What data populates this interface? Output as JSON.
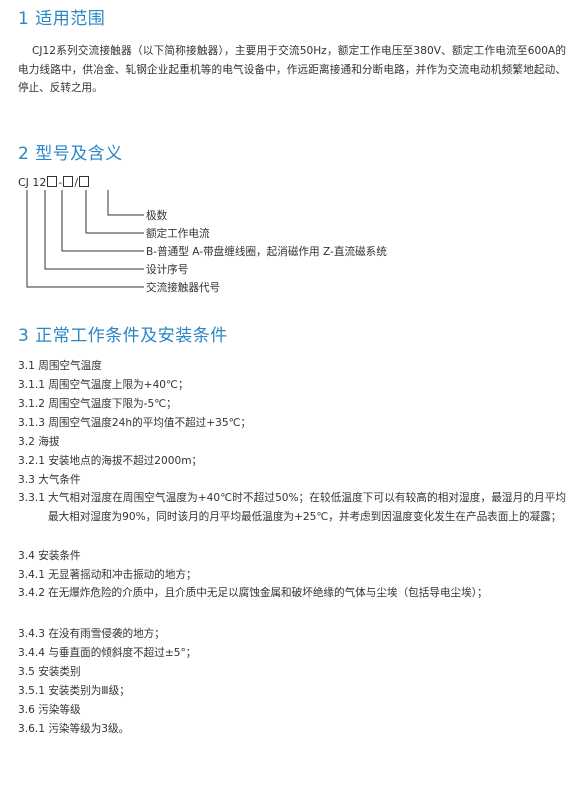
{
  "section1": {
    "title": "1  适用范围",
    "paragraph": "CJ12系列交流接触器（以下简称接触器），主要用于交流50Hz，额定工作电压至380V、额定工作电流至600A的电力线路中，供冶金、轧钢企业起重机等的电气设备中，作远距离接通和分断电路，并作为交流电动机频繁地起动、停止、反转之用。"
  },
  "section2": {
    "title": "2 型号及含义",
    "model": {
      "prefix": "CJ  12",
      "dash": "-",
      "slash": "/"
    },
    "legend": [
      "极数",
      "额定工作电流",
      "B-普通型  A-带盘缠线圈，起消磁作用  Z-直流磁系统",
      "设计序号",
      "交流接触器代号"
    ]
  },
  "section3": {
    "title": "3 正常工作条件及安装条件",
    "items": [
      {
        "num": "3.1",
        "text": "周围空气温度"
      },
      {
        "num": "3.1.1",
        "text": "周围空气温度上限为+40℃；"
      },
      {
        "num": "3.1.2",
        "text": "周围空气温度下限为-5℃；"
      },
      {
        "num": "3.1.3",
        "text": "周围空气温度24h的平均值不超过+35℃；"
      },
      {
        "num": "3.2",
        "text": "海拔"
      },
      {
        "num": "3.2.1",
        "text": "安装地点的海拔不超过2000m；"
      },
      {
        "num": "3.3",
        "text": "大气条件"
      },
      {
        "num": "3.3.1",
        "text": "大气相对湿度在周围空气温度为+40℃时不超过50%；在较低温度下可以有较高的相对湿度，最湿月的月平均最大相对湿度为90%，同时该月的月平均最低温度为+25℃，并考虑到因温度变化发生在产品表面上的凝露；"
      },
      {
        "num": "3.4",
        "text": "安装条件"
      },
      {
        "num": "3.4.1",
        "text": "无显著摇动和冲击振动的地方；"
      },
      {
        "num": "3.4.2",
        "text": "在无爆炸危险的介质中，且介质中无足以腐蚀金属和破坏绝缘的气体与尘埃（包括导电尘埃）；"
      },
      {
        "num": "3.4.3",
        "text": "在没有雨雪侵袭的地方；"
      },
      {
        "num": "3.4.4",
        "text": "与垂直面的倾斜度不超过±5°；"
      },
      {
        "num": "3.5",
        "text": "安装类别"
      },
      {
        "num": "3.5.1",
        "text": "安装类别为Ⅲ级；"
      },
      {
        "num": "3.6",
        "text": "污染等级"
      },
      {
        "num": "3.6.1",
        "text": "污染等级为3级。"
      }
    ]
  }
}
